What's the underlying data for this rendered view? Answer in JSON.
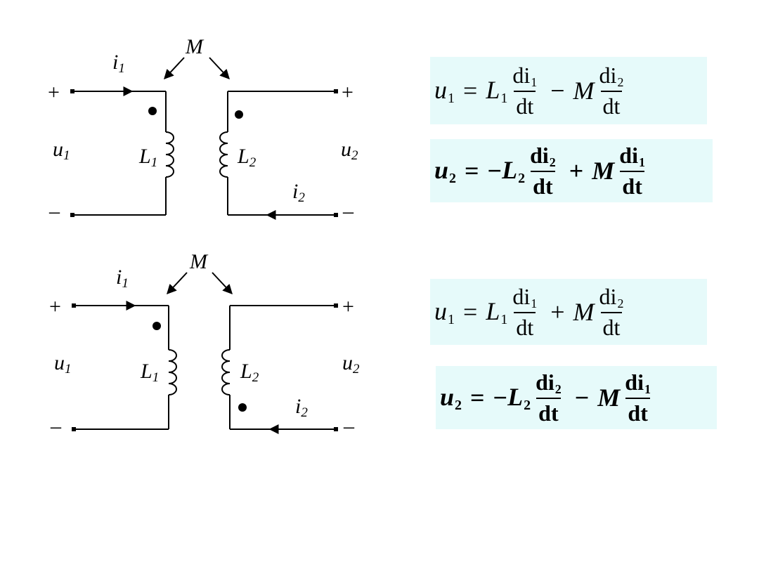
{
  "circuits": [
    {
      "mutual_label": "M",
      "i1_label": "i",
      "i1_sub": "1",
      "i2_label": "i",
      "i2_sub": "2",
      "u1_label": "u",
      "u1_sub": "1",
      "u2_label": "u",
      "u2_sub": "2",
      "L1_label": "L",
      "L1_sub": "1",
      "L2_label": "L",
      "L2_sub": "2",
      "plus": "+",
      "minus": "–"
    },
    {
      "mutual_label": "M",
      "i1_label": "i",
      "i1_sub": "1",
      "i2_label": "i",
      "i2_sub": "2",
      "u1_label": "u",
      "u1_sub": "1",
      "u2_label": "u",
      "u2_sub": "2",
      "L1_label": "L",
      "L1_sub": "1",
      "L2_label": "L",
      "L2_sub": "2",
      "plus": "+",
      "minus": "–"
    }
  ],
  "equations": [
    {
      "lhs": "u",
      "lhs_sub": "1",
      "eq": "=",
      "c1_sign": "",
      "c1": "L",
      "c1_sub": "1",
      "f1_num": "di",
      "f1_num_sub": "1",
      "f1_den": "dt",
      "op": "−",
      "c2": "M",
      "f2_num": "di",
      "f2_num_sub": "2",
      "f2_den": "dt"
    },
    {
      "lhs": "u",
      "lhs_sub": "2",
      "eq": "=",
      "c1_sign": "−",
      "c1": "L",
      "c1_sub": "2",
      "f1_num": "di",
      "f1_num_sub": "2",
      "f1_den": "dt",
      "op": "+",
      "c2": "M",
      "f2_num": "di",
      "f2_num_sub": "1",
      "f2_den": "dt"
    },
    {
      "lhs": "u",
      "lhs_sub": "1",
      "eq": "=",
      "c1_sign": "",
      "c1": "L",
      "c1_sub": "1",
      "f1_num": "di",
      "f1_num_sub": "1",
      "f1_den": "dt",
      "op": "+",
      "c2": "M",
      "f2_num": "di",
      "f2_num_sub": "2",
      "f2_den": "dt"
    },
    {
      "lhs": "u",
      "lhs_sub": "2",
      "eq": "=",
      "c1_sign": "−",
      "c1": "L",
      "c1_sub": "2",
      "f1_num": "di",
      "f1_num_sub": "2",
      "f1_den": "dt",
      "op": "−",
      "c2": "M",
      "f2_num": "di",
      "f2_num_sub": "1",
      "f2_den": "dt"
    }
  ]
}
